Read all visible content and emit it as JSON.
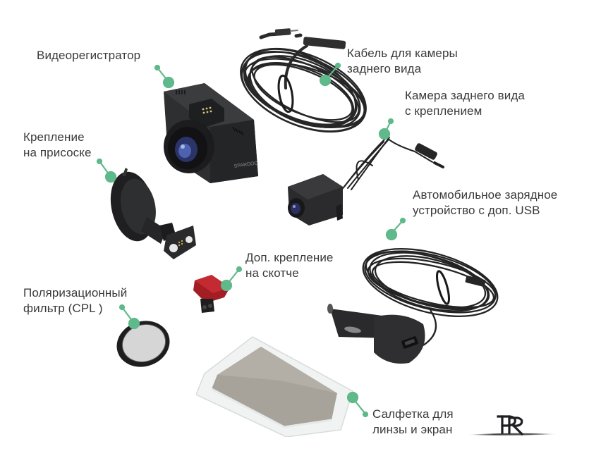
{
  "theme": {
    "marker_color": "#5fb98a",
    "text_color": "#3a3a3a",
    "background": "#ffffff"
  },
  "items": [
    {
      "id": "dashcam",
      "lines": [
        "Видеорегистратор"
      ],
      "icon": "dashcam-icon"
    },
    {
      "id": "rear-cam-cable",
      "lines": [
        "Кабель для камеры",
        "заднего вида"
      ],
      "icon": "cable-coil-icon"
    },
    {
      "id": "rear-camera",
      "lines": [
        "Камера заднего вида",
        "с креплением"
      ],
      "icon": "rear-camera-icon"
    },
    {
      "id": "suction-mount",
      "lines": [
        "Крепление",
        "на присоске"
      ],
      "icon": "suction-mount-icon"
    },
    {
      "id": "car-charger",
      "lines": [
        "Автомобильное зарядное",
        "устройство с доп. USB"
      ],
      "icon": "car-charger-icon"
    },
    {
      "id": "tape-mount",
      "lines": [
        "Доп. крепление",
        "на скотче"
      ],
      "icon": "adhesive-mount-icon"
    },
    {
      "id": "cpl-filter",
      "lines": [
        "Поляризационный",
        "фильтр (CPL )"
      ],
      "icon": "polarizing-filter-icon"
    },
    {
      "id": "cleaning-cloth",
      "lines": [
        "Салфетка для",
        "линзы и экран"
      ],
      "icon": "cleaning-cloth-icon"
    }
  ],
  "watermark": {
    "text": "PR"
  }
}
